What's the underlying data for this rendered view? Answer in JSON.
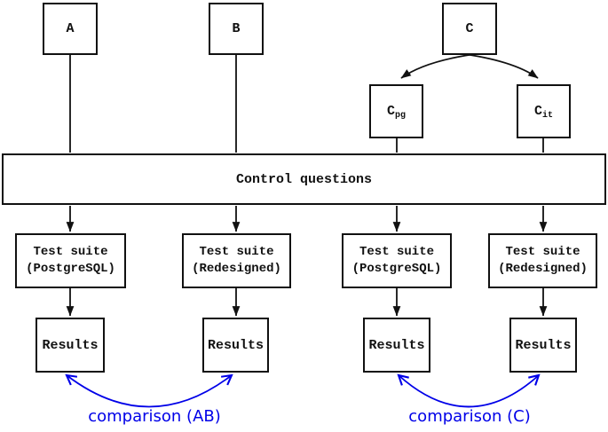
{
  "nodes": {
    "a": {
      "label": "A"
    },
    "b": {
      "label": "B"
    },
    "c": {
      "label": "C"
    },
    "c_pg": {
      "base": "C",
      "sub": "pg"
    },
    "c_it": {
      "base": "C",
      "sub": "it"
    },
    "control": {
      "label": "Control questions"
    },
    "ts1": {
      "line1": "Test suite",
      "line2": "(PostgreSQL)"
    },
    "ts2": {
      "line1": "Test suite",
      "line2": "(Redesigned)"
    },
    "ts3": {
      "line1": "Test suite",
      "line2": "(PostgreSQL)"
    },
    "ts4": {
      "line1": "Test suite",
      "line2": "(Redesigned)"
    },
    "r1": {
      "label": "Results"
    },
    "r2": {
      "label": "Results"
    },
    "r3": {
      "label": "Results"
    },
    "r4": {
      "label": "Results"
    }
  },
  "annotations": {
    "comparison_ab": "comparison (AB)",
    "comparison_c": "comparison (C)"
  },
  "colors": {
    "ink": "#111111",
    "accent_blue": "#0000e8",
    "background": "#ffffff"
  }
}
